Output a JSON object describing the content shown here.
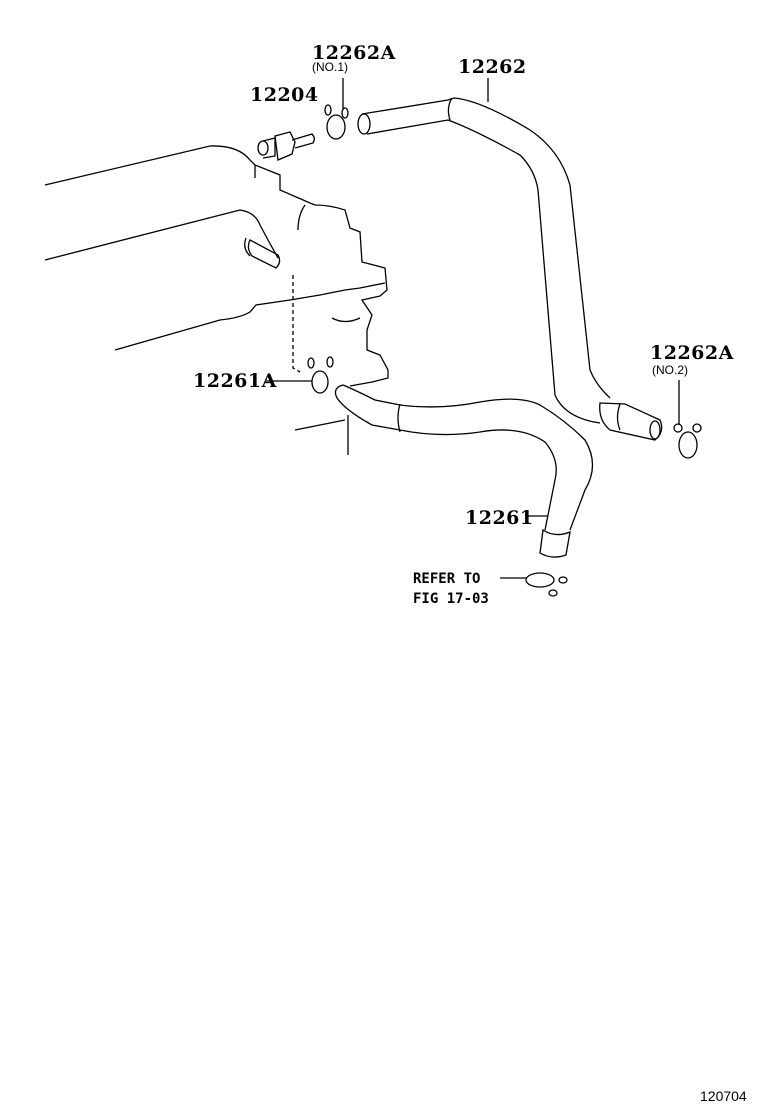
{
  "diagram": {
    "parts": [
      {
        "id": "p12262A_1",
        "number": "12262A",
        "note": "(NO.1)",
        "name": "clamp-no1"
      },
      {
        "id": "p12262",
        "number": "12262",
        "note": "",
        "name": "ventilation-hose-upper"
      },
      {
        "id": "p12204",
        "number": "12204",
        "note": "",
        "name": "pcv-valve"
      },
      {
        "id": "p12261A",
        "number": "12261A",
        "note": "",
        "name": "clamp-lower"
      },
      {
        "id": "p12262A_2",
        "number": "12262A",
        "note": "(NO.2)",
        "name": "clamp-no2"
      },
      {
        "id": "p12261",
        "number": "12261",
        "note": "",
        "name": "ventilation-hose-lower"
      }
    ],
    "reference": {
      "line1": "REFER TO",
      "line2": "FIG 17-03"
    },
    "figure_code": "120704"
  }
}
